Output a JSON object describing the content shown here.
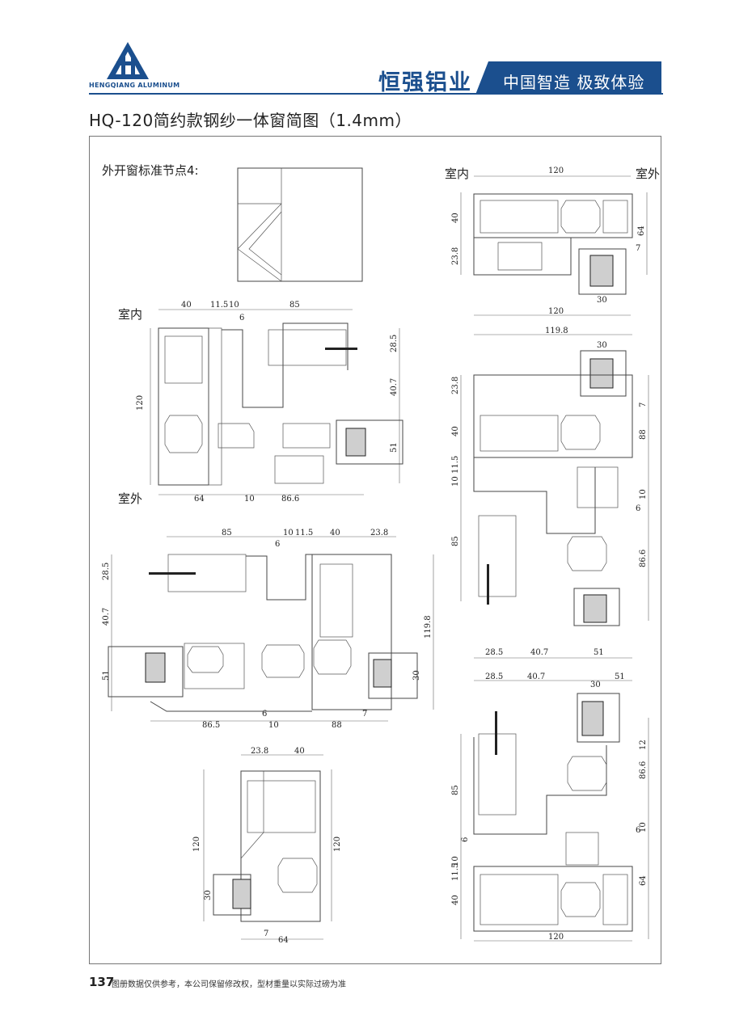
{
  "header": {
    "logo_subtext": "HENGQIANG ALUMINUM",
    "brand_name": "恒强铝业",
    "slogan": "中国智造 极致体验",
    "brand_color": "#1b4f8e"
  },
  "title": "HQ-120简约款钢纱一体窗简图（1.4mm）",
  "diagram": {
    "node_label": "外开窗标准节点4:",
    "indoor_label": "室内",
    "outdoor_label": "室外",
    "dims": {
      "a40": "40",
      "a115": "11.5",
      "a10": "10",
      "a85": "85",
      "a6": "6",
      "a285": "28.5",
      "a407": "40.7",
      "a120": "120",
      "a51": "51",
      "a64": "64",
      "a866": "86.6",
      "b1198": "119.8",
      "b238": "23.8",
      "b865": "86.5",
      "b88": "88",
      "b30": "30",
      "b7": "7",
      "b12": "12"
    }
  },
  "footer": {
    "page_number": "137",
    "note": "图册数据仅供参考，本公司保留修改权，型材重量以实际过磅为准"
  }
}
